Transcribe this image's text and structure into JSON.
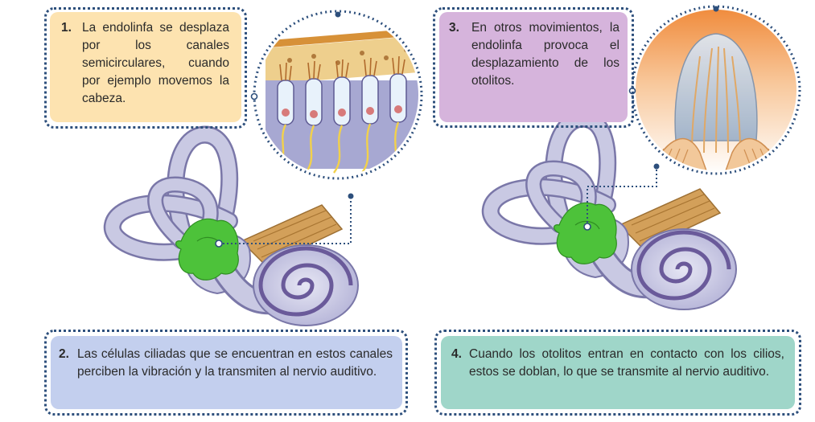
{
  "steps": [
    {
      "number": "1.",
      "text": "La endolinfa se desplaza por los canales semicirculares, cuando por ejemplo movemos la cabeza."
    },
    {
      "number": "2.",
      "text": "Las células ciliadas que se encuentran en estos canales perciben la vibración y la transmiten al nervio auditivo."
    },
    {
      "number": "3.",
      "text": "En otros movimientos, la endolinfa provoca el desplazamiento de los otolitos."
    },
    {
      "number": "4.",
      "text": "Cuando los otolitos entran en contacto con los cilios, estos se doblan, lo que se transmite al nervio auditivo."
    }
  ],
  "colors": {
    "step1_bg": "#fde3b0",
    "step2_bg": "#c3cfee",
    "step3_bg": "#d6b4dc",
    "step4_bg": "#9fd6c9",
    "dotted_border": "#2d4f7c",
    "highlight_green": "#4dc23a",
    "ear_lilac": "#c9c9e3",
    "ear_outline": "#7a77a8",
    "nerve_gold": "#d3a05a"
  }
}
